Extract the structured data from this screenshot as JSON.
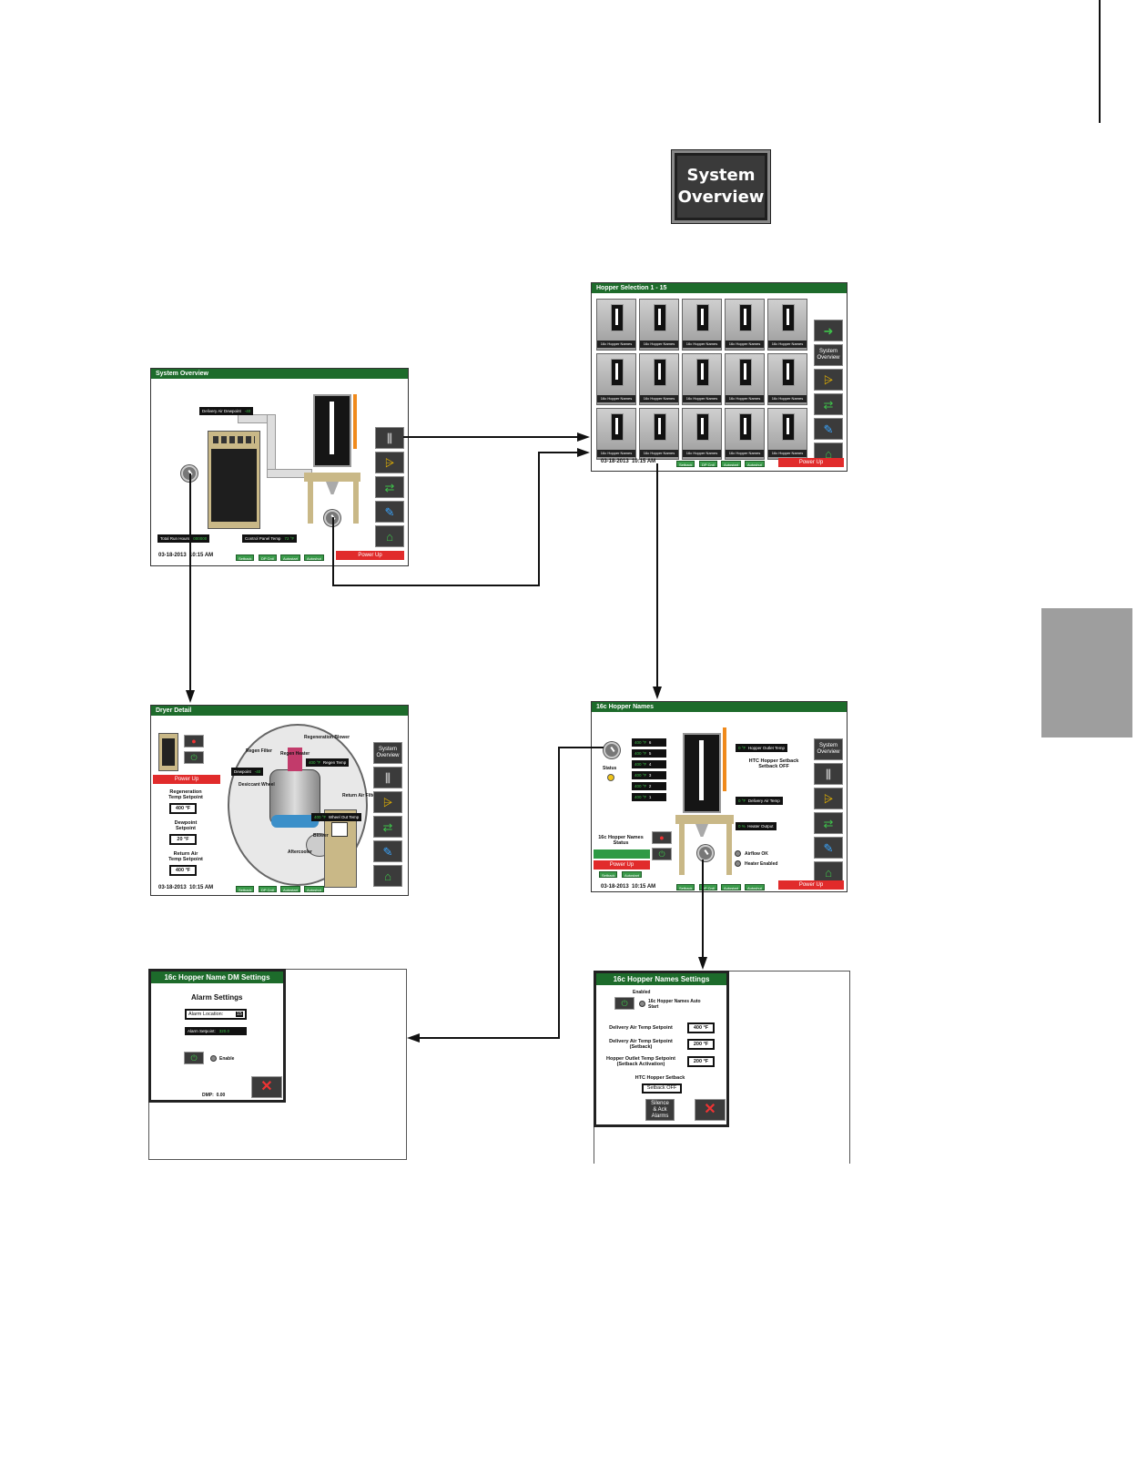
{
  "top_button": {
    "line1": "System",
    "line2": "Overview"
  },
  "system_overview": {
    "title": "System Overview",
    "delivery_dewpoint_label": "Delivery Air Dewpoint",
    "delivery_dewpoint_value": "-40",
    "total_run_hours_label": "Total Run Hours",
    "total_run_hours_value": "000000",
    "control_panel_temp_label": "Control Panel Temp",
    "control_panel_temp_value": "72 °F",
    "date": "03-18-2013",
    "time": "10:15 AM",
    "chips": [
      "Setback",
      "DP Cntl",
      "Autostart",
      "Autoshut"
    ],
    "power": "Power Up"
  },
  "hopper_selection": {
    "title": "Hopper Selection 1 - 15",
    "hopper_name": "16c Hopper Names",
    "nav_system_overview_1": "System",
    "nav_system_overview_2": "Overview",
    "date": "03-18-2013",
    "time": "10:15 AM",
    "chips": [
      "Setback",
      "DP Cntl",
      "Autostart",
      "Autoshut"
    ],
    "power": "Power Up"
  },
  "dryer_detail": {
    "title": "Dryer Detail",
    "power": "Power Up",
    "regen_temp_label_1": "Regeneration",
    "regen_temp_label_2": "Temp Setpoint",
    "regen_temp_value": "400",
    "dewpoint_label_1": "Dewpoint",
    "dewpoint_label_2": "Setpoint",
    "dewpoint_value": "20",
    "return_air_label_1": "Return Air",
    "return_air_label_2": "Temp Setpoint",
    "return_air_value": "400",
    "unit": "°F",
    "regen_blower": "Regeneration Blower",
    "regen_filter": "Regen Filter",
    "regen_heater": "Regen Heater",
    "regen_temp_tag": "Regen Temp",
    "regen_temp_reading": "400 °F",
    "dewpoint_tag": "Dewpoint",
    "dewpoint_reading": "-40",
    "desiccant_wheel": "Desiccant Wheel",
    "return_air_filter": "Return Air Filter",
    "wheel_out_temp": "Wheel Out Temp",
    "wheel_out_reading": "400 °F",
    "blower": "Blower",
    "aftercooler": "Aftercooler",
    "nav_system_overview_1": "System",
    "nav_system_overview_2": "Overview",
    "date": "03-18-2013",
    "time": "10:15 AM",
    "chips": [
      "Setback",
      "DP Cntl",
      "Autostart",
      "Autoshut"
    ]
  },
  "hopper_detail": {
    "title": "16c Hopper Names",
    "status_label": "Status",
    "temps": [
      {
        "value": "400 °F",
        "n": "6"
      },
      {
        "value": "400 °F",
        "n": "5"
      },
      {
        "value": "400 °F",
        "n": "4"
      },
      {
        "value": "400 °F",
        "n": "3"
      },
      {
        "value": "400 °F",
        "n": "2"
      },
      {
        "value": "400 °F",
        "n": "1"
      }
    ],
    "hopper_outlet_temp_value": "0 °F",
    "hopper_outlet_temp_label": "Hopper Outlet Temp",
    "htc_setback_1": "HTC Hopper Setback",
    "htc_setback_2": "Setback OFF",
    "delivery_air_temp_value": "0 °F",
    "delivery_air_temp_label": "Delivery Air Temp",
    "heater_output_value": "0 %",
    "heater_output_label": "Heater Output",
    "hopper_status_1": "16c Hopper Names",
    "hopper_status_2": "Status",
    "power": "Power Up",
    "mini_chips": [
      "Setback",
      "Autostart"
    ],
    "airflow_ok": "Airflow OK",
    "heater_enabled": "Heater Enabled",
    "nav_system_overview_1": "System",
    "nav_system_overview_2": "Overview",
    "date": "03-18-2013",
    "time": "10:15 AM",
    "chips": [
      "Setback",
      "DP Cntl",
      "Autostart",
      "Autoshut"
    ],
    "power_right": "Power Up"
  },
  "dm_settings": {
    "title": "16c Hopper Name DM Settings",
    "heading": "Alarm Settings",
    "alarm_location_label": "Alarm Location:",
    "alarm_location_value": "15",
    "alarm_setpoint_label": "Alarm Setpoint:",
    "alarm_setpoint_value": "320.0",
    "enable_label": "Enable",
    "dmp_label": "DMP:",
    "dmp_value": "0.00"
  },
  "hopper_settings": {
    "title": "16c Hopper Names Settings",
    "enabled_label": "Enabled",
    "auto_start_1": "16c Hopper Names Auto",
    "auto_start_2": "Start",
    "delivery_sp_label": "Delivery Air Temp Setpoint",
    "delivery_sp_value": "400",
    "delivery_setback_label_1": "Delivery Air Temp Setpoint",
    "delivery_setback_label_2": "(Setback)",
    "delivery_setback_value": "200",
    "outlet_setback_label_1": "Hopper Outlet Temp Setpoint",
    "outlet_setback_label_2": "(Setback Activation)",
    "outlet_setback_value": "200",
    "unit": "°F",
    "htc_label": "HTC Hopper Setback",
    "htc_value": "Setback OFF",
    "silence_1": "Silence",
    "silence_2": "& Ack",
    "silence_3": "Alarms"
  }
}
